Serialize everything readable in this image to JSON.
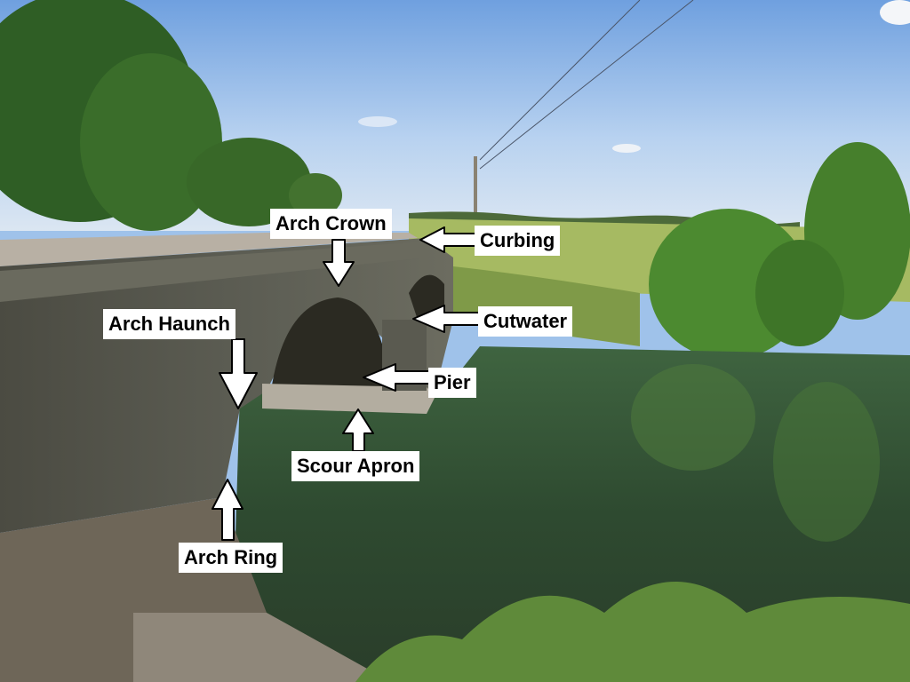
{
  "labels": {
    "arch_crown": "Arch Crown",
    "curbing": "Curbing",
    "cutwater": "Cutwater",
    "arch_haunch": "Arch Haunch",
    "pier": "Pier",
    "scour_apron": "Scour Apron",
    "arch_ring": "Arch Ring"
  },
  "colors": {
    "sky": "#9fc2ea",
    "water": "#3a5a3a",
    "stone": "#55564c",
    "field": "#a4b860",
    "foliage": "#3c7a2c",
    "label_bg": "#ffffff",
    "arrow": "#ffffff"
  }
}
